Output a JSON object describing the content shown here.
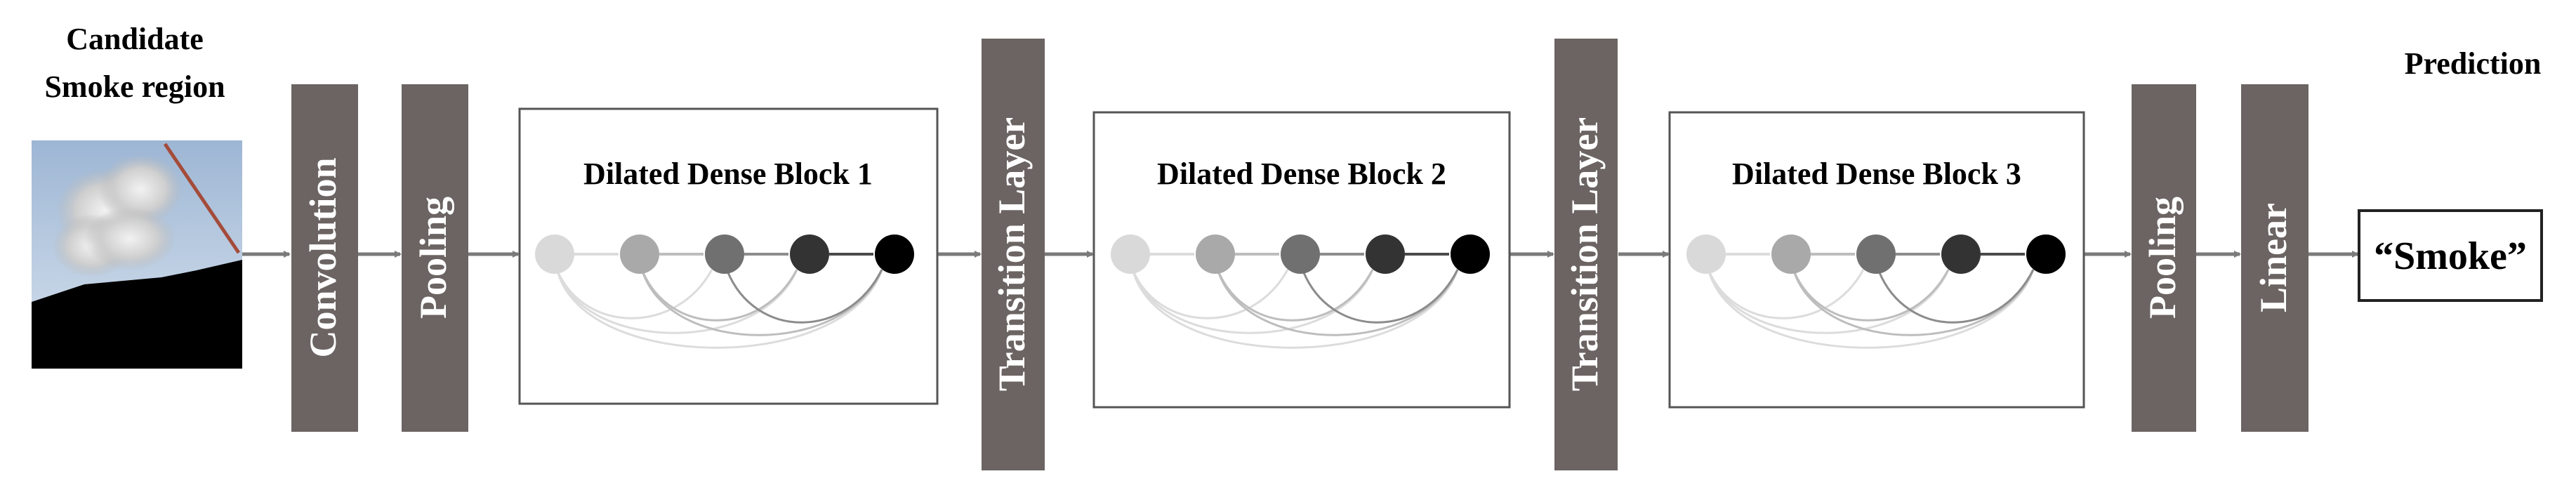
{
  "input": {
    "label_line1": "Candidate",
    "label_line2": "Smoke region",
    "image_desc_icon": "volcano-smoke-image"
  },
  "layers": {
    "convolution": "Convolution",
    "pooling1": "Pooling",
    "transition1": "Transition Layer",
    "transition2": "Transition Layer",
    "pooling2": "Pooling",
    "linear": "Linear"
  },
  "blocks": [
    {
      "title": "Dilated Dense Block 1"
    },
    {
      "title": "Dilated Dense Block 2"
    },
    {
      "title": "Dilated Dense Block 3"
    }
  ],
  "output": {
    "header": "Prediction",
    "value": "“Smoke”"
  },
  "colors": {
    "layer_bar": "#6b6463",
    "arrow": "#7a7a7a",
    "node_shades": [
      "#d9d9d9",
      "#a9a9a9",
      "#707070",
      "#333333",
      "#000000"
    ]
  }
}
